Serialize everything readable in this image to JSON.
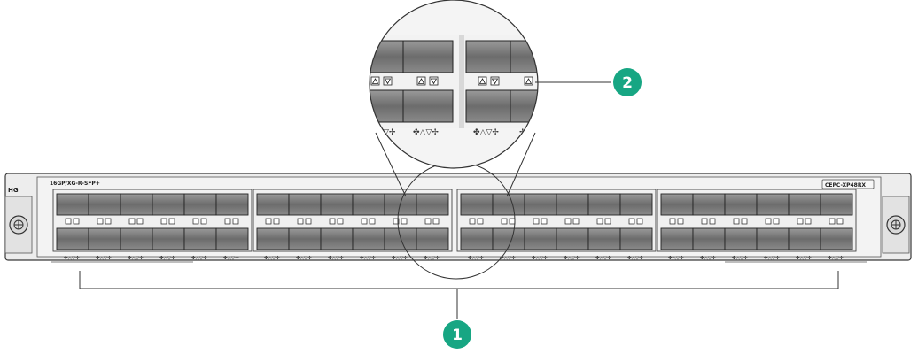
{
  "card": {
    "model_left": "16GP/XG-R-SFP+",
    "model_right": "CEPC-XP48RX",
    "side_mark": "HG"
  },
  "callouts": [
    {
      "number": "1",
      "color": "#17a683"
    },
    {
      "number": "2",
      "color": "#17a683"
    }
  ],
  "port_groups": 4,
  "columns_per_group": 6,
  "colors": {
    "panel": "#e8e8e8",
    "port_dark": "#6e6e6e",
    "port_light": "#d6d6d6",
    "frame": "#3a3a3a",
    "accent": "#17a683"
  }
}
